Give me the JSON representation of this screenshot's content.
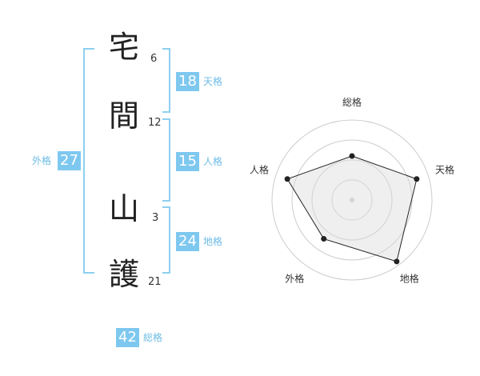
{
  "name_chars": [
    {
      "char": "宅",
      "strokes": "6"
    },
    {
      "char": "間",
      "strokes": "12"
    },
    {
      "char": "山",
      "strokes": "3"
    },
    {
      "char": "護",
      "strokes": "21"
    }
  ],
  "fortunes": {
    "tenkaku": {
      "value": "18",
      "label": "天格"
    },
    "jinkaku": {
      "value": "15",
      "label": "人格"
    },
    "chikaku": {
      "value": "24",
      "label": "地格"
    },
    "gaikaku": {
      "value": "27",
      "label": "外格"
    },
    "soukaku": {
      "value": "42",
      "label": "総格"
    }
  },
  "colors": {
    "accent": "#7ec8f0",
    "bracket": "#8ecff0",
    "label": "#6cbbe6"
  },
  "chart_data": {
    "type": "radar",
    "axes": [
      "総格",
      "天格",
      "地格",
      "外格",
      "人格"
    ],
    "values": [
      0.55,
      0.85,
      0.95,
      0.6,
      0.85
    ],
    "rings": 4,
    "max": 1
  }
}
